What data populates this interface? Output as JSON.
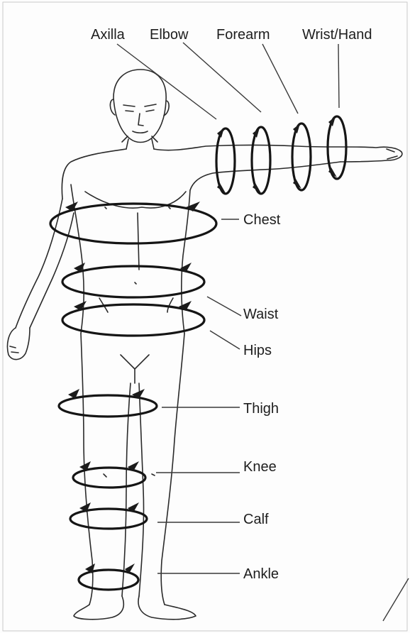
{
  "labels": {
    "axilla": "Axilla",
    "elbow": "Elbow",
    "forearm": "Forearm",
    "wrist_hand": "Wrist/Hand",
    "chest": "Chest",
    "waist": "Waist",
    "hips": "Hips",
    "thigh": "Thigh",
    "knee": "Knee",
    "calf": "Calf",
    "ankle": "Ankle"
  }
}
